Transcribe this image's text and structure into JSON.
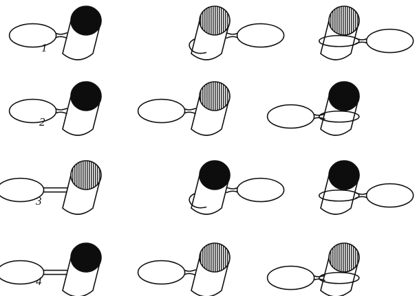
{
  "rows": [
    {
      "label": "1",
      "cells": [
        {
          "top": "dark",
          "loop": "plain",
          "blob": "left"
        },
        {
          "top": "striped",
          "loop": "curl",
          "blob": "right"
        },
        {
          "top": "striped",
          "loop": "band",
          "blob": "right"
        }
      ]
    },
    {
      "label": "2",
      "cells": [
        {
          "top": "dark",
          "loop": "plain",
          "blob": "left"
        },
        {
          "top": "striped",
          "loop": "plain",
          "blob": "left"
        },
        {
          "top": "dark",
          "loop": "band",
          "blob": "left"
        }
      ]
    },
    {
      "label": "3",
      "cells": [
        {
          "top": "striped",
          "loop": "stalk",
          "blob": "left"
        },
        {
          "top": "dark",
          "loop": "curl",
          "blob": "right"
        },
        {
          "top": "dark",
          "loop": "band",
          "blob": "right"
        }
      ]
    },
    {
      "label": "4",
      "cells": [
        {
          "top": "dark",
          "loop": "stalk",
          "blob": "left"
        },
        {
          "top": "striped",
          "loop": "plain",
          "blob": "left"
        },
        {
          "top": "striped",
          "loop": "band",
          "blob": "left"
        }
      ]
    }
  ],
  "colors": {
    "ink": "#111111",
    "dark_fill": "#0d0d0d",
    "stripe": "#333333",
    "paper": "#ffffff"
  }
}
